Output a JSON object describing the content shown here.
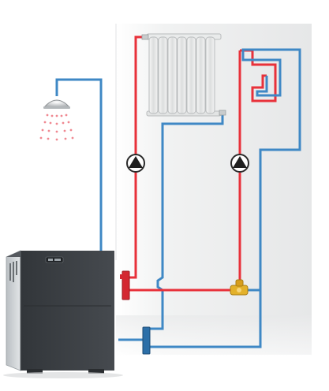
{
  "diagram": {
    "title": "",
    "components": [
      {
        "id": "boiler",
        "kind": "heat-pump-unit",
        "brand_text": "",
        "badge_text": ""
      },
      {
        "id": "shower",
        "kind": "shower-head"
      },
      {
        "id": "radiator",
        "kind": "panel-radiator",
        "fins": 7
      },
      {
        "id": "underfloor",
        "kind": "underfloor-heating-loop"
      },
      {
        "id": "pump-radiator",
        "kind": "circulation-pump"
      },
      {
        "id": "pump-underfloor",
        "kind": "circulation-pump"
      },
      {
        "id": "mixing-valve",
        "kind": "three-way-mixing-valve"
      },
      {
        "id": "supply-manifold",
        "kind": "supply-manifold"
      },
      {
        "id": "return-manifold",
        "kind": "return-manifold"
      }
    ],
    "pipes": [
      {
        "id": "hot-water-to-shower",
        "type": "cold"
      },
      {
        "id": "radiator-supply",
        "type": "hot"
      },
      {
        "id": "radiator-return",
        "type": "cold"
      },
      {
        "id": "underfloor-supply",
        "type": "hot"
      },
      {
        "id": "underfloor-return",
        "type": "cold"
      }
    ]
  },
  "colors": {
    "hot_pipe": "#e8313a",
    "cold_pipe": "#3f88c5",
    "boiler_body": "#3b3f44",
    "boiler_side": "#d4d8db",
    "radiator": "#eceeee",
    "valve": "#e3b12a",
    "wall_shadow": "#ececec"
  }
}
